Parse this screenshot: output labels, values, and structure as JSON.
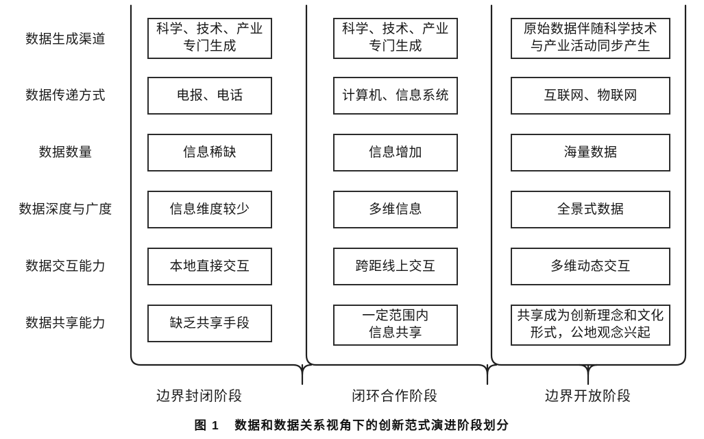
{
  "figure": {
    "caption_number": "图 1",
    "caption_title": "数据和数据关系视角下的创新范式演进阶段划分"
  },
  "dimensions": {
    "attributes": [
      {
        "key": "generation-channel",
        "label": "数据生成渠道"
      },
      {
        "key": "transmission-method",
        "label": "数据传递方式"
      },
      {
        "key": "data-quantity",
        "label": "数据数量"
      },
      {
        "key": "depth-and-breadth",
        "label": "数据深度与广度"
      },
      {
        "key": "interaction-capability",
        "label": "数据交互能力"
      },
      {
        "key": "sharing-capability",
        "label": "数据共享能力"
      }
    ]
  },
  "stages": [
    {
      "key": "boundary-closed",
      "name": "边界封闭阶段",
      "cells": [
        "科学、技术、产业\n专门生成",
        "电报、电话",
        "信息稀缺",
        "信息维度较少",
        "本地直接交互",
        "缺乏共享手段"
      ]
    },
    {
      "key": "closed-loop-cooperation",
      "name": "闭环合作阶段",
      "cells": [
        "科学、技术、产业\n专门生成",
        "计算机、信息系统",
        "信息增加",
        "多维信息",
        "跨距线上交互",
        "一定范围内\n信息共享"
      ]
    },
    {
      "key": "boundary-open",
      "name": "边界开放阶段",
      "cells": [
        "原始数据伴随科学技术\n与产业活动同步产生",
        "互联网、物联网",
        "海量数据",
        "全景式数据",
        "多维动态交互",
        "共享成为创新理念和文化\n形式，公地观念兴起"
      ]
    }
  ],
  "colors": {
    "background": "#ffffff",
    "box_border": "#2b2b2b",
    "bracket_stroke": "#1f1f1f",
    "text": "#161616",
    "caption_text": "#111111"
  }
}
